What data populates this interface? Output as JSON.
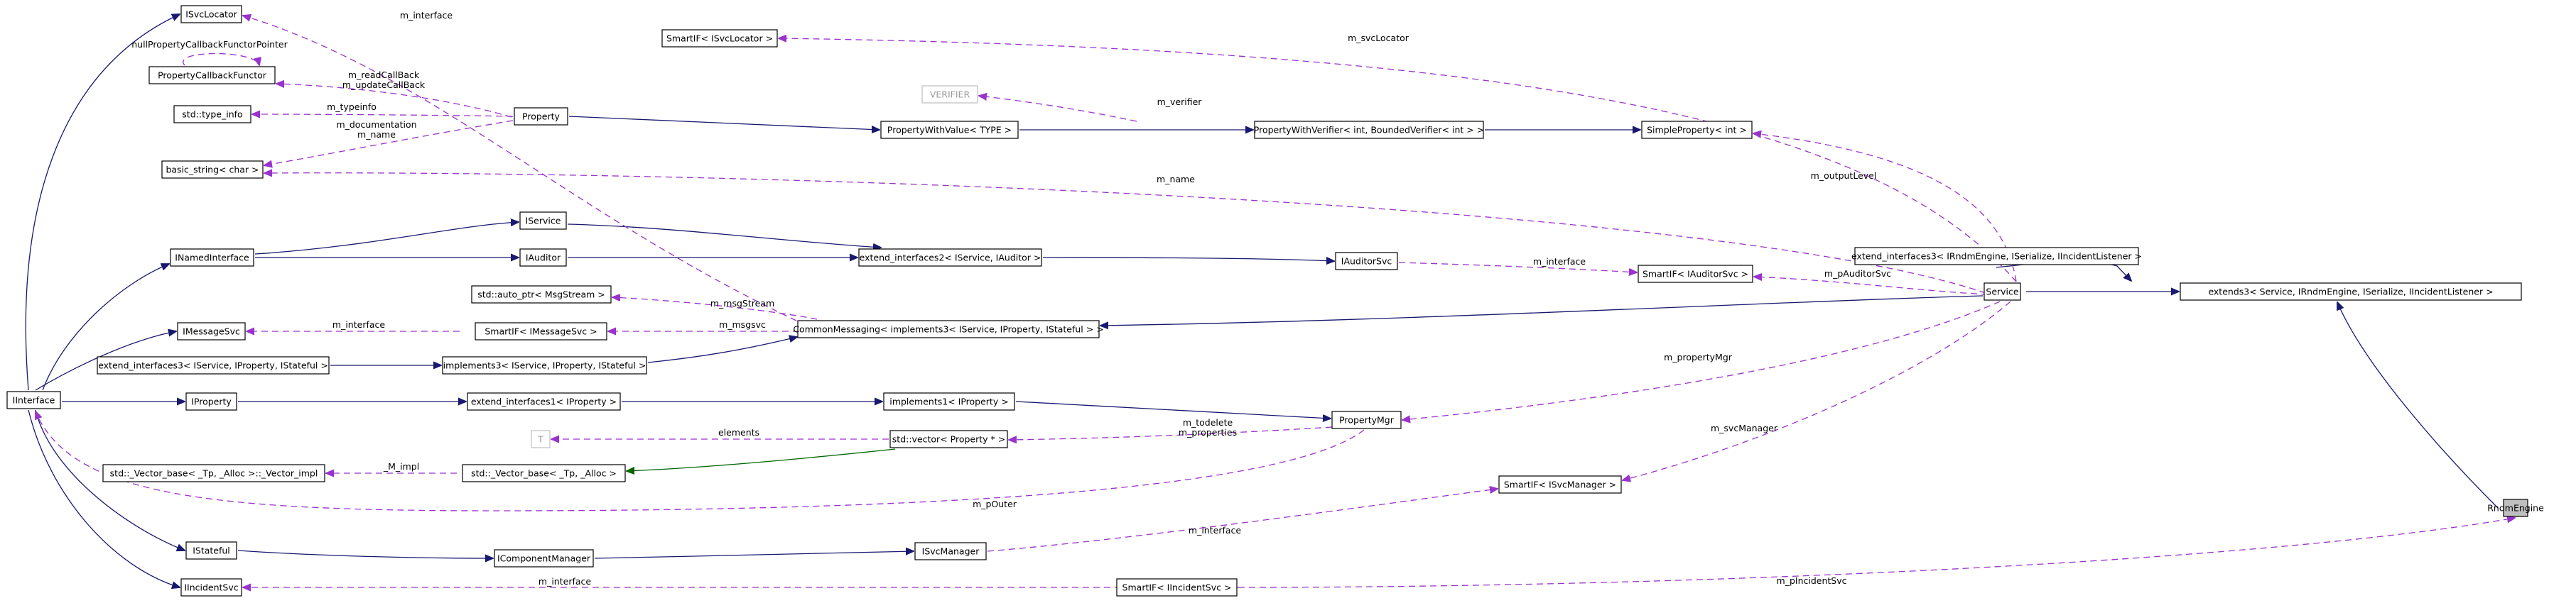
{
  "nodes": [
    {
      "id": "RndmEngine",
      "label": "RndmEngine",
      "highlight": true
    },
    {
      "id": "extends3",
      "label": "extends3< Service, IRndmEngine, ISerialize, IIncidentListener >"
    },
    {
      "id": "Service",
      "label": "Service"
    },
    {
      "id": "extend_interfaces3_rndm",
      "label": "extend_interfaces3< IRndmEngine, ISerialize, IIncidentListener >"
    },
    {
      "id": "CommonMessaging",
      "label": "CommonMessaging< implements3< IService, IProperty, IStateful > >"
    },
    {
      "id": "implements3",
      "label": "implements3< IService, IProperty, IStateful >"
    },
    {
      "id": "extend_interfaces3_svc",
      "label": "extend_interfaces3< IService, IProperty, IStateful >"
    },
    {
      "id": "IInterface",
      "label": "IInterface"
    },
    {
      "id": "INamedInterface",
      "label": "INamedInterface"
    },
    {
      "id": "IService",
      "label": "IService"
    },
    {
      "id": "IAuditor",
      "label": "IAuditor"
    },
    {
      "id": "extend_interfaces2",
      "label": "extend_interfaces2< IService, IAuditor >"
    },
    {
      "id": "IAuditorSvc",
      "label": "IAuditorSvc"
    },
    {
      "id": "SmartIF_IAuditorSvc",
      "label": "SmartIF< IAuditorSvc >"
    },
    {
      "id": "IMessageSvc",
      "label": "IMessageSvc"
    },
    {
      "id": "SmartIF_IMessageSvc",
      "label": "SmartIF< IMessageSvc >"
    },
    {
      "id": "auto_ptr_MsgStream",
      "label": "std::auto_ptr< MsgStream >"
    },
    {
      "id": "IProperty",
      "label": "IProperty"
    },
    {
      "id": "extend_interfaces1",
      "label": "extend_interfaces1< IProperty >"
    },
    {
      "id": "implements1",
      "label": "implements1< IProperty >"
    },
    {
      "id": "PropertyMgr",
      "label": "PropertyMgr"
    },
    {
      "id": "vector_Property",
      "label": "std::vector< Property * >"
    },
    {
      "id": "T",
      "label": "T",
      "ghost": true
    },
    {
      "id": "Vector_base",
      "label": "std::_Vector_base< _Tp, _Alloc >"
    },
    {
      "id": "Vector_impl",
      "label": "std::_Vector_base< _Tp, _Alloc >::_Vector_impl"
    },
    {
      "id": "IStateful",
      "label": "IStateful"
    },
    {
      "id": "IComponentManager",
      "label": "IComponentManager"
    },
    {
      "id": "ISvcManager",
      "label": "ISvcManager"
    },
    {
      "id": "SmartIF_ISvcManager",
      "label": "SmartIF< ISvcManager >"
    },
    {
      "id": "IIncidentSvc",
      "label": "IIncidentSvc"
    },
    {
      "id": "SmartIF_IIncidentSvc",
      "label": "SmartIF< IIncidentSvc >"
    },
    {
      "id": "ISvcLocator",
      "label": "ISvcLocator"
    },
    {
      "id": "SmartIF_ISvcLocator",
      "label": "SmartIF< ISvcLocator >"
    },
    {
      "id": "PropertyCallbackFunctor",
      "label": "PropertyCallbackFunctor"
    },
    {
      "id": "type_info",
      "label": "std::type_info"
    },
    {
      "id": "basic_string",
      "label": "basic_string< char >"
    },
    {
      "id": "Property",
      "label": "Property"
    },
    {
      "id": "PropertyWithValue",
      "label": "PropertyWithValue< TYPE >"
    },
    {
      "id": "VERIFIER",
      "label": "VERIFIER",
      "ghost": true
    },
    {
      "id": "PropertyWithVerifier",
      "label": "PropertyWithVerifier< int, BoundedVerifier< int > >"
    },
    {
      "id": "SimpleProperty",
      "label": "SimpleProperty< int >"
    }
  ],
  "edges": [
    {
      "from": "extends3",
      "to": "RndmEngine",
      "kind": "inherit"
    },
    {
      "from": "Service",
      "to": "extends3",
      "kind": "inherit"
    },
    {
      "from": "extend_interfaces3_rndm",
      "to": "extends3",
      "kind": "inherit"
    },
    {
      "from": "CommonMessaging",
      "to": "Service",
      "kind": "inherit"
    },
    {
      "from": "implements3",
      "to": "CommonMessaging",
      "kind": "inherit"
    },
    {
      "from": "extend_interfaces3_svc",
      "to": "implements3",
      "kind": "inherit"
    },
    {
      "from": "IInterface",
      "to": "INamedInterface",
      "kind": "inherit"
    },
    {
      "from": "INamedInterface",
      "to": "IService",
      "kind": "inherit"
    },
    {
      "from": "INamedInterface",
      "to": "IAuditor",
      "kind": "inherit"
    },
    {
      "from": "IService",
      "to": "extend_interfaces2",
      "kind": "inherit"
    },
    {
      "from": "IAuditor",
      "to": "extend_interfaces2",
      "kind": "inherit"
    },
    {
      "from": "extend_interfaces2",
      "to": "IAuditorSvc",
      "kind": "inherit"
    },
    {
      "from": "IInterface",
      "to": "IMessageSvc",
      "kind": "inherit"
    },
    {
      "from": "IInterface",
      "to": "IProperty",
      "kind": "inherit"
    },
    {
      "from": "IProperty",
      "to": "extend_interfaces1",
      "kind": "inherit"
    },
    {
      "from": "extend_interfaces1",
      "to": "implements1",
      "kind": "inherit"
    },
    {
      "from": "implements1",
      "to": "PropertyMgr",
      "kind": "inherit"
    },
    {
      "from": "IInterface",
      "to": "IStateful",
      "kind": "inherit"
    },
    {
      "from": "IStateful",
      "to": "IComponentManager",
      "kind": "inherit"
    },
    {
      "from": "IComponentManager",
      "to": "ISvcManager",
      "kind": "inherit"
    },
    {
      "from": "IInterface",
      "to": "IIncidentSvc",
      "kind": "inherit"
    },
    {
      "from": "IInterface",
      "to": "ISvcLocator",
      "kind": "inherit"
    },
    {
      "from": "Property",
      "to": "PropertyWithValue",
      "kind": "inherit"
    },
    {
      "from": "PropertyWithValue",
      "to": "PropertyWithVerifier",
      "kind": "inherit"
    },
    {
      "from": "PropertyWithVerifier",
      "to": "SimpleProperty",
      "kind": "inherit"
    },
    {
      "from": "Vector_base",
      "to": "vector_Property",
      "kind": "template"
    },
    {
      "from": "SmartIF_IIncidentSvc",
      "to": "RndmEngine",
      "kind": "uses",
      "label": "m_pIncidentSvc"
    },
    {
      "from": "SimpleProperty",
      "to": "Service",
      "kind": "uses",
      "label": "m_outputLevel"
    },
    {
      "from": "SmartIF_ISvcLocator",
      "to": "Service",
      "kind": "uses",
      "label": "m_svcLocator"
    },
    {
      "from": "basic_string",
      "to": "Service",
      "kind": "uses",
      "label": "m_name"
    },
    {
      "from": "SmartIF_IAuditorSvc",
      "to": "Service",
      "kind": "uses",
      "label": "m_pAuditorSvc"
    },
    {
      "from": "PropertyMgr",
      "to": "Service",
      "kind": "uses",
      "label": "m_propertyMgr"
    },
    {
      "from": "SmartIF_ISvcManager",
      "to": "Service",
      "kind": "uses",
      "label": "m_svcManager"
    },
    {
      "from": "IAuditorSvc",
      "to": "SmartIF_IAuditorSvc",
      "kind": "uses",
      "label": "m_interface"
    },
    {
      "from": "IMessageSvc",
      "to": "SmartIF_IMessageSvc",
      "kind": "uses",
      "label": "m_interface"
    },
    {
      "from": "ISvcManager",
      "to": "SmartIF_ISvcManager",
      "kind": "uses",
      "label": "m_interface"
    },
    {
      "from": "IIncidentSvc",
      "to": "SmartIF_IIncidentSvc",
      "kind": "uses",
      "label": "m_interface"
    },
    {
      "from": "ISvcLocator",
      "to": "SmartIF_ISvcLocator",
      "kind": "uses",
      "label": "m_interface"
    },
    {
      "from": "auto_ptr_MsgStream",
      "to": "CommonMessaging",
      "kind": "uses",
      "label": "m_msgStream"
    },
    {
      "from": "SmartIF_IMessageSvc",
      "to": "CommonMessaging",
      "kind": "uses",
      "label": "m_msgsvc"
    },
    {
      "from": "vector_Property",
      "to": "PropertyMgr",
      "kind": "uses",
      "label": "m_todelete\nm_properties"
    },
    {
      "from": "IInterface",
      "to": "PropertyMgr",
      "kind": "uses",
      "label": "m_pOuter"
    },
    {
      "from": "T",
      "to": "vector_Property",
      "kind": "uses",
      "label": "elements"
    },
    {
      "from": "Vector_impl",
      "to": "Vector_base",
      "kind": "uses",
      "label": "_M_impl"
    },
    {
      "from": "PropertyCallbackFunctor",
      "to": "PropertyCallbackFunctor",
      "kind": "uses",
      "label": "nullPropertyCallbackFunctorPointer"
    },
    {
      "from": "PropertyCallbackFunctor",
      "to": "Property",
      "kind": "uses",
      "label": "m_readCallBack\nm_updateCallBack"
    },
    {
      "from": "type_info",
      "to": "Property",
      "kind": "uses",
      "label": "m_typeinfo"
    },
    {
      "from": "basic_string",
      "to": "Property",
      "kind": "uses",
      "label": "m_documentation\nm_name"
    },
    {
      "from": "VERIFIER",
      "to": "PropertyWithVerifier",
      "kind": "uses",
      "label": "m_verifier"
    }
  ]
}
